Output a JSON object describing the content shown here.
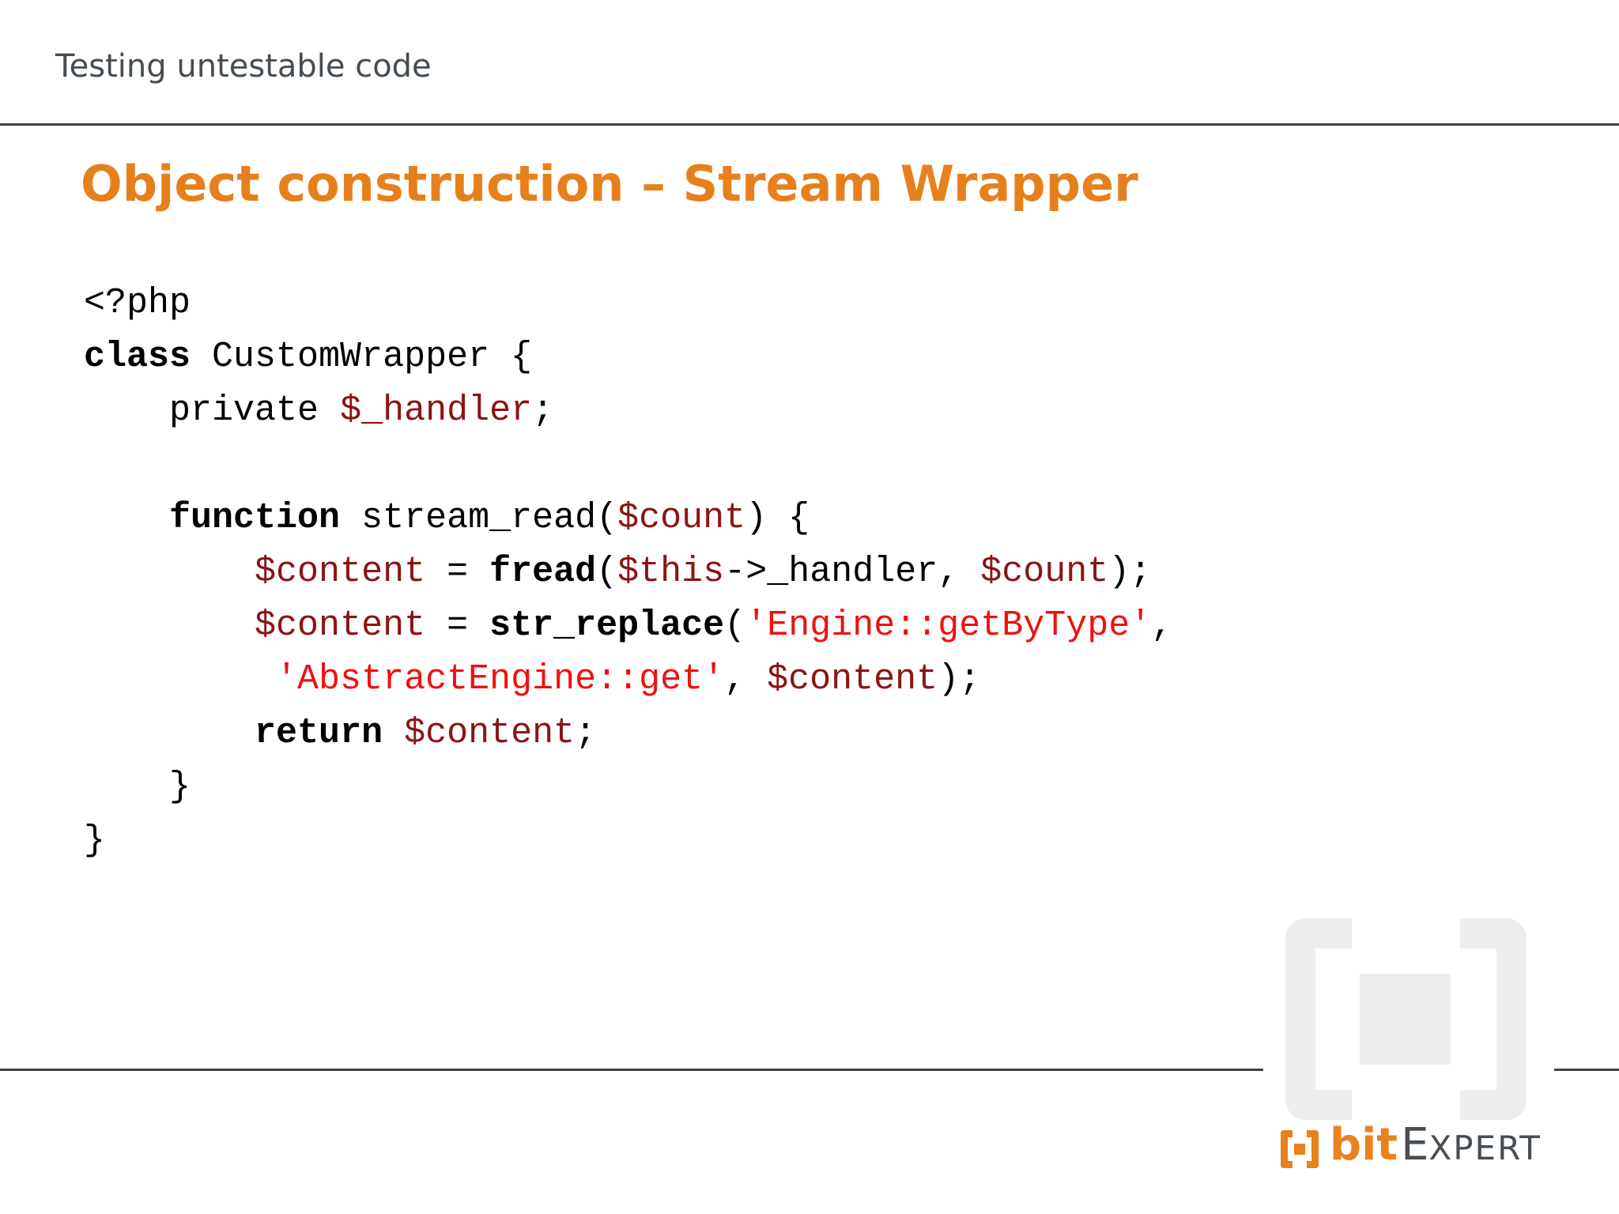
{
  "slide": {
    "header": "Testing untestable code",
    "title": "Object construction – Stream Wrapper"
  },
  "code": {
    "language": "php",
    "lines": [
      [
        {
          "t": "<?php",
          "c": "p"
        }
      ],
      [
        {
          "t": "class",
          "c": "k"
        },
        {
          "t": " CustomWrapper {",
          "c": "p"
        }
      ],
      [
        {
          "t": "    private ",
          "c": "p"
        },
        {
          "t": "$_handler",
          "c": "v"
        },
        {
          "t": ";",
          "c": "p"
        }
      ],
      [
        {
          "t": " ",
          "c": "p"
        }
      ],
      [
        {
          "t": "    ",
          "c": "p"
        },
        {
          "t": "function",
          "c": "k"
        },
        {
          "t": " stream_read(",
          "c": "p"
        },
        {
          "t": "$count",
          "c": "v"
        },
        {
          "t": ") {",
          "c": "p"
        }
      ],
      [
        {
          "t": "        ",
          "c": "p"
        },
        {
          "t": "$content",
          "c": "v"
        },
        {
          "t": " = ",
          "c": "p"
        },
        {
          "t": "fread",
          "c": "k"
        },
        {
          "t": "(",
          "c": "p"
        },
        {
          "t": "$this",
          "c": "v"
        },
        {
          "t": "->_handler, ",
          "c": "p"
        },
        {
          "t": "$count",
          "c": "v"
        },
        {
          "t": ");",
          "c": "p"
        }
      ],
      [
        {
          "t": "        ",
          "c": "p"
        },
        {
          "t": "$content",
          "c": "v"
        },
        {
          "t": " = ",
          "c": "p"
        },
        {
          "t": "str_replace",
          "c": "k"
        },
        {
          "t": "(",
          "c": "p"
        },
        {
          "t": "'Engine::getByType'",
          "c": "s"
        },
        {
          "t": ",",
          "c": "p"
        }
      ],
      [
        {
          "t": "         ",
          "c": "p"
        },
        {
          "t": "'AbstractEngine::get'",
          "c": "s"
        },
        {
          "t": ", ",
          "c": "p"
        },
        {
          "t": "$content",
          "c": "v"
        },
        {
          "t": ");",
          "c": "p"
        }
      ],
      [
        {
          "t": "        ",
          "c": "p"
        },
        {
          "t": "return",
          "c": "k"
        },
        {
          "t": " ",
          "c": "p"
        },
        {
          "t": "$content",
          "c": "v"
        },
        {
          "t": ";",
          "c": "p"
        }
      ],
      [
        {
          "t": "    }",
          "c": "p"
        }
      ],
      [
        {
          "t": "}",
          "c": "p"
        }
      ]
    ]
  },
  "logo": {
    "brand_bit": "bit",
    "brand_expert_initial": "E",
    "brand_expert_rest": "XPERT"
  },
  "colors": {
    "accent_orange": "#e6801c",
    "header_gray": "#454d52",
    "rule_gray": "#3c4448",
    "code_variable": "#8b1414",
    "code_string": "#f01010",
    "watermark_gray": "#ededed",
    "logo_orange": "#e8821e",
    "logo_text_gray": "#474e54"
  }
}
